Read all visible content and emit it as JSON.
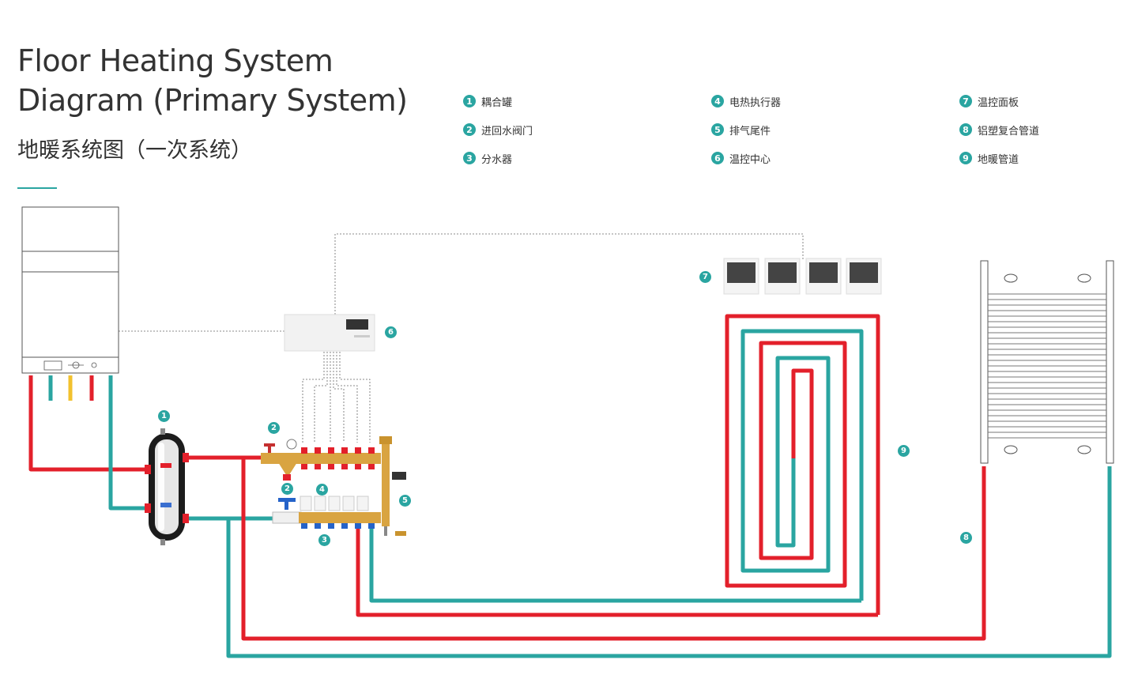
{
  "title": {
    "en_line1": "Floor Heating System",
    "en_line2": "Diagram (Primary System)",
    "cn": "地暖系统图（一次系统）"
  },
  "legend": [
    {
      "num": "1",
      "label": "耦合罐"
    },
    {
      "num": "2",
      "label": "进回水阀门"
    },
    {
      "num": "3",
      "label": "分水器"
    },
    {
      "num": "4",
      "label": "电热执行器"
    },
    {
      "num": "5",
      "label": "排气尾件"
    },
    {
      "num": "6",
      "label": "温控中心"
    },
    {
      "num": "7",
      "label": "温控面板"
    },
    {
      "num": "8",
      "label": "铝塑复合管道"
    },
    {
      "num": "9",
      "label": "地暖管道"
    }
  ],
  "markers": {
    "coupling_tank": "1",
    "supply_valve": "2",
    "return_valve": "2",
    "manifold": "3",
    "actuator": "4",
    "vent": "5",
    "control_center": "6",
    "thermostat": "7",
    "pipe_aluminum": "8",
    "floor_pipe": "9"
  },
  "colors": {
    "supply": "#e3202b",
    "return": "#2aa5a1",
    "accent": "#2aa5a1",
    "brass": "#d9a441",
    "yellow": "#f2c12e"
  }
}
